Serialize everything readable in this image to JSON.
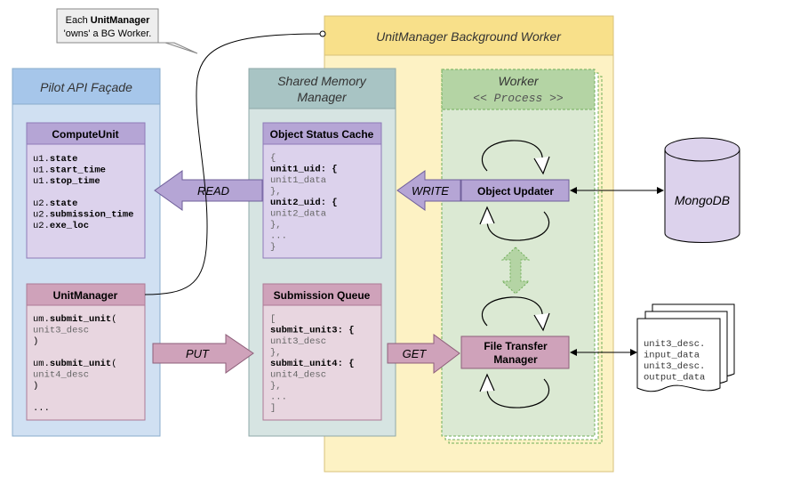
{
  "callout": {
    "line1_prefix": "Each ",
    "line1_bold": "UnitManager",
    "line2": "'owns' a BG Worker."
  },
  "bg_worker": {
    "title": "UnitManager Background Worker"
  },
  "worker": {
    "title": "Worker",
    "subtitle": "<< Process >>"
  },
  "pilot_api": {
    "title": "Pilot API Façade"
  },
  "shared_memory": {
    "title_line1": "Shared Memory",
    "title_line2": "Manager"
  },
  "compute_unit": {
    "title": "ComputeUnit",
    "lines": [
      {
        "pre": "u1.",
        "bold": "state"
      },
      {
        "pre": "u1.",
        "bold": "start_time"
      },
      {
        "pre": "u1.",
        "bold": "stop_time"
      },
      {
        "pre": "",
        "bold": ""
      },
      {
        "pre": "u2.",
        "bold": "state"
      },
      {
        "pre": "u2.",
        "bold": "submission_time"
      },
      {
        "pre": "u2.",
        "bold": "exe_loc"
      }
    ]
  },
  "unit_manager": {
    "title": "UnitManager",
    "lines": [
      {
        "pre": "um.",
        "bold": "submit_unit",
        "post": "("
      },
      {
        "pre": "  unit3_desc",
        "bold": "",
        "post": ""
      },
      {
        "pre": ")",
        "bold": "",
        "post": ""
      },
      {
        "pre": "",
        "bold": "",
        "post": ""
      },
      {
        "pre": "um.",
        "bold": "submit_unit",
        "post": "("
      },
      {
        "pre": "  unit4_desc",
        "bold": "",
        "post": ""
      },
      {
        "pre": ")",
        "bold": "",
        "post": ""
      },
      {
        "pre": "",
        "bold": "",
        "post": ""
      },
      {
        "pre": "...",
        "bold": "",
        "post": ""
      }
    ]
  },
  "status_cache": {
    "title": "Object Status Cache",
    "lines": [
      {
        "text": "{",
        "bold": false
      },
      {
        "text": "  unit1_uid: {",
        "bold": true
      },
      {
        "text": "    unit1_data",
        "bold": false
      },
      {
        "text": "  },",
        "bold": false
      },
      {
        "text": "  unit2_uid: {",
        "bold": true
      },
      {
        "text": "    unit2_data",
        "bold": false
      },
      {
        "text": "  },",
        "bold": false
      },
      {
        "text": "  ...",
        "bold": false
      },
      {
        "text": "}",
        "bold": false
      }
    ]
  },
  "submission_queue": {
    "title": "Submission Queue",
    "lines": [
      {
        "text": "[",
        "bold": false
      },
      {
        "text": "  submit_unit3: {",
        "bold": true
      },
      {
        "text": "    unit3_desc",
        "bold": false
      },
      {
        "text": "  },",
        "bold": false
      },
      {
        "text": "  submit_unit4: {",
        "bold": true
      },
      {
        "text": "    unit4_desc",
        "bold": false
      },
      {
        "text": "  },",
        "bold": false
      },
      {
        "text": "  ...",
        "bold": false
      },
      {
        "text": "]",
        "bold": false
      }
    ]
  },
  "arrows": {
    "read": "READ",
    "write": "WRITE",
    "put": "PUT",
    "get": "GET"
  },
  "object_updater": {
    "title": "Object Updater"
  },
  "file_transfer": {
    "line1": "File Transfer",
    "line2": "Manager"
  },
  "mongodb": {
    "label": "MongoDB"
  },
  "files": {
    "lines": [
      "unit3_desc.",
      "input_data",
      "unit3_desc.",
      "output_data"
    ]
  },
  "colors": {
    "bg_worker_fill": "#fdf2c4",
    "bg_worker_title": "#f8e08a",
    "pilot_fill": "#d0e0f2",
    "pilot_title": "#a6c6ea",
    "shared_fill": "#d6e4e2",
    "shared_title": "#a8c4c4",
    "worker_fill": "#dbe9d3",
    "worker_title": "#b4d4a4",
    "purple_fill": "#dcd2ec",
    "purple_title": "#b5a5d5",
    "pink_fill": "#e8d6e0",
    "pink_title": "#cfa2ba"
  }
}
